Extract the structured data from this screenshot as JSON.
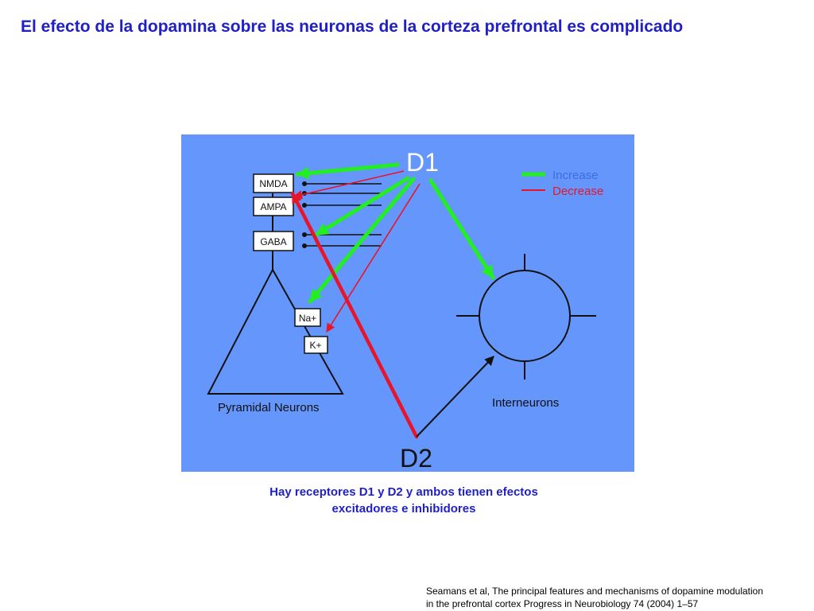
{
  "slide": {
    "title": "El efecto de la dopamina sobre las neuronas de la corteza prefrontal es complicado",
    "caption_line1": "Hay receptores D1 y D2 y ambos tienen efectos",
    "caption_line2": "excitadores e inhibidores",
    "citation_line1": "Seamans et al, The principal features and mechanisms of dopamine modulation",
    "citation_line2": "in the prefrontal cortex Progress in Neurobiology 74 (2004) 1–57"
  },
  "diagram": {
    "d1_label": "D1",
    "d2_label": "D2",
    "receptors": {
      "nmda": "NMDA",
      "ampa": "AMPA",
      "gaba": "GABA",
      "na": "Na+",
      "k": "K+"
    },
    "pyramidal_label": "Pyramidal Neurons",
    "interneuron_label": "Interneurons",
    "legend": {
      "increase": "Increase",
      "decrease": "Decrease"
    },
    "colors": {
      "background": "#6596fb",
      "increase": "#22ee22",
      "decrease": "#e8142a",
      "title": "#1f1fc8"
    }
  }
}
